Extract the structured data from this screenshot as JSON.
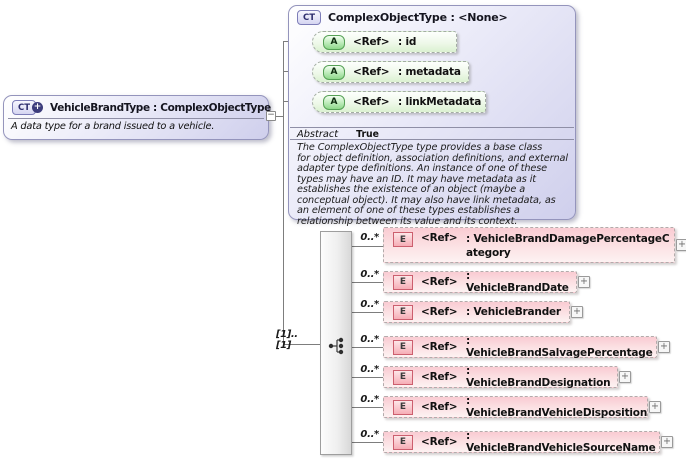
{
  "colors": {
    "box_fill_lavender": "#cfcfec",
    "box_border": "#9494bc",
    "attribute_fill_green": "#dbf1d1",
    "attribute_chip_border": "#55a055",
    "element_fill_pink": "#f9cbd2",
    "element_chip_border": "#cc5f6e",
    "connector_gray": "#7d7d7d"
  },
  "icons": {
    "ct": "CT",
    "attribute": "A",
    "element": "E",
    "plus": "+",
    "minus": "−"
  },
  "type_box": {
    "title": "VehicleBrandType : ComplexObjectType",
    "annotation": "A data type for a brand issued to a vehicle."
  },
  "base_box": {
    "title": "ComplexObjectType : <None>",
    "attributes": [
      {
        "ref": "<Ref>",
        "name": ": id"
      },
      {
        "ref": "<Ref>",
        "name": ": metadata"
      },
      {
        "ref": "<Ref>",
        "name": ": linkMetadata"
      }
    ],
    "abstract_label": "Abstract",
    "abstract_value": "True",
    "description": "The ComplexObjectType type provides a base class\nfor object definition, association definitions, and external adapter type definitions. An instance of one of these types may have an ID. It may have metadata as it establishes the existence of an object (maybe a conceptual object). It may also have link metadata, as an element of one of these types establishes a relationship between its value and its context."
  },
  "sequence": {
    "cardinality_label": "[1]..[1]"
  },
  "elements": [
    {
      "cardinality": "0..*",
      "ref": "<Ref>",
      "name": ": VehicleBrandDamagePercentageCategory"
    },
    {
      "cardinality": "0..*",
      "ref": "<Ref>",
      "name": ": VehicleBrandDate"
    },
    {
      "cardinality": "0..*",
      "ref": "<Ref>",
      "name": ": VehicleBrander"
    },
    {
      "cardinality": "0..*",
      "ref": "<Ref>",
      "name": ": VehicleBrandSalvagePercentage"
    },
    {
      "cardinality": "0..*",
      "ref": "<Ref>",
      "name": ": VehicleBrandDesignation"
    },
    {
      "cardinality": "0..*",
      "ref": "<Ref>",
      "name": ": VehicleBrandVehicleDisposition"
    },
    {
      "cardinality": "0..*",
      "ref": "<Ref>",
      "name": ": VehicleBrandVehicleSourceName"
    }
  ]
}
